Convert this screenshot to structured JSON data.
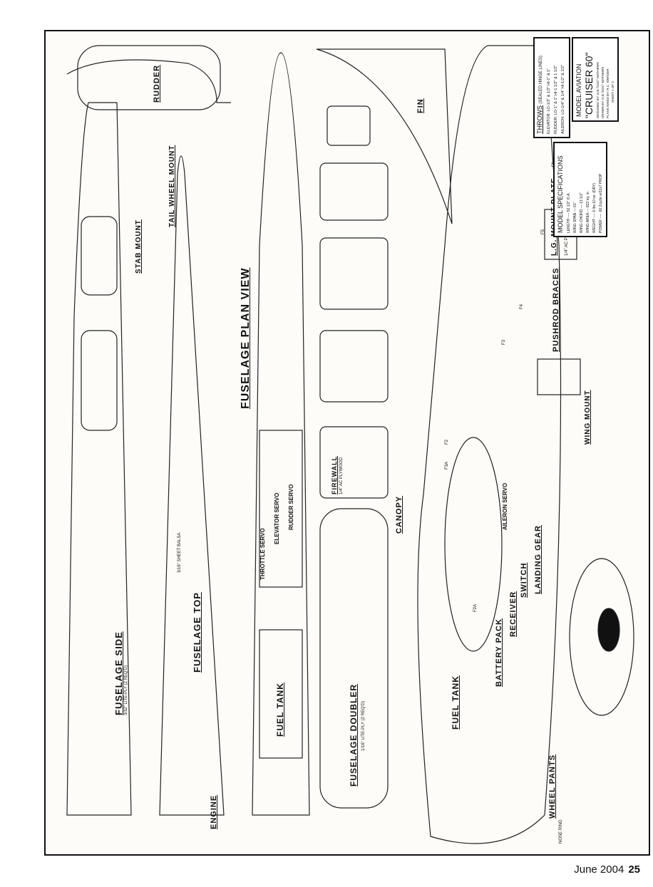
{
  "title_block": {
    "magazine": "MODEL AVIATION",
    "model": "\"CRUISER 60\"",
    "designed_by": "DESIGNED BY: D.B.\"DOC\" MATHEWS",
    "drawn_by": "DRAWN BY: D.B.\"DOC\" MATHEWS",
    "inked_by": "PLANS INKED BY: R.C. SWITZER",
    "sheet": "SHEET 1 OF 2"
  },
  "throws": {
    "title": "THROWS",
    "subtitle": "(SEALED HINGE LINES)",
    "rows": [
      "ELEVATOR: LO-1/2\" & 1/2\" HI-1\" & 1\"",
      "RUDDER: LO-1\" & 1\" HI-1 1/2\" & 1 1/2\"",
      "AILERON: LO-1/4\" & 1/4\" HI-1/2\" & 1/2\""
    ]
  },
  "specs": {
    "title": "MODEL SPECIFICATIONS",
    "rows": [
      "LENGTH ---- 52 1/2\" O.A.",
      "WING SPAN --- 61\"",
      "WING CHORD --- 13 1/2\"",
      "WING AREA --- 823 sq. in.",
      "WEIGHT ---- 6 lbs.10 oz. (DRY)",
      "POWER ---- .60 2cycle w/11x7 PROP"
    ]
  },
  "labels": {
    "fuselage_side": "FUSELAGE SIDE",
    "fuselage_side_note": "3/32\" LITE-PLY (2 REQ'D)",
    "fuselage_top": "FUSELAGE TOP",
    "fuselage_top_note": "3/16\" SHEET BALSA",
    "plan_view": "FUSELAGE PLAN VIEW",
    "fuel_tank_plan": "FUEL TANK",
    "doubler": "FUSELAGE DOUBLER",
    "doubler_note": "1/16\" LITE-PLY (2 REQ'D)",
    "canopy": "CANOPY",
    "firewall": "FIREWALL",
    "firewall_note": "1/4\" AC PLYWOOD",
    "wheel_pants": "WHEEL PANTS",
    "landing_gear": "LANDING GEAR",
    "switch": "SWITCH",
    "receiver": "RECEIVER",
    "battery": "BATTERY PACK",
    "fuel_tank_side": "FUEL TANK",
    "engine": "ENGINE",
    "stab_mount": "STAB MOUNT",
    "tail_wheel": "TAIL WHEEL MOUNT",
    "rudder": "RUDDER",
    "fin": "FIN",
    "pushrod_braces": "PUSHROD BRACES",
    "wing_mount": "WING MOUNT",
    "lg_plate": "L.G. MOUNT PLATE",
    "lg_plate_note": "1/4\" AC PLYWOOD",
    "nose_ring": "NOSE RING",
    "throttle_servo": "THROTTLE SERVO",
    "elevator_servo": "ELEVATOR SERVO",
    "rudder_servo": "RUDDER SERVO",
    "aileron_servo": "AILERON SERVO",
    "formers": [
      "F2",
      "F3",
      "F4",
      "F5",
      "F6",
      "F2A",
      "F3A"
    ]
  },
  "footer": {
    "date": "June 2004",
    "page": "25"
  }
}
